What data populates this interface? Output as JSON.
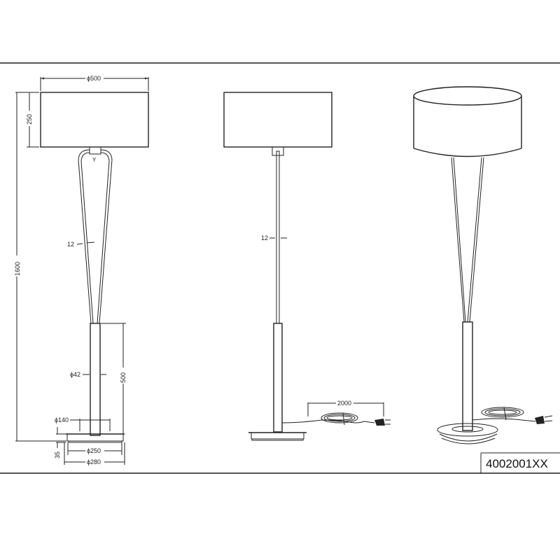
{
  "drawing": {
    "product_code": "4002001XX",
    "views": [
      {
        "name": "front-dimensioned",
        "dimensions": {
          "shade_diameter": "ϕ500",
          "shade_height": "250",
          "total_height": "1600",
          "rod_width": "12",
          "column_diameter": "ϕ42",
          "column_height": "500",
          "inner_ring_diameter": "ϕ140",
          "base_height": "35",
          "base_inner_diameter": "ϕ250",
          "base_outer_diameter": "ϕ280"
        }
      },
      {
        "name": "side",
        "dimensions": {
          "rod_width": "12",
          "cable_length": "2000"
        }
      },
      {
        "name": "perspective",
        "dimensions": {}
      }
    ]
  }
}
